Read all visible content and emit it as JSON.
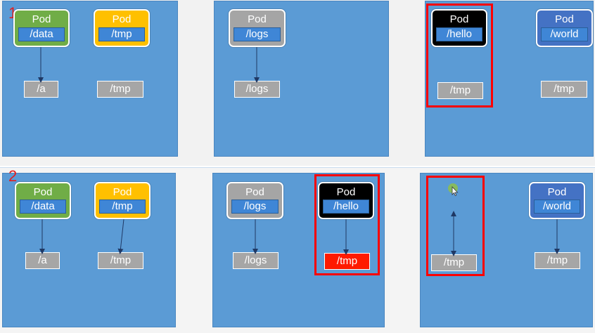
{
  "rows": [
    {
      "number": "1",
      "pods": [
        {
          "title": "Pod",
          "path": "/data",
          "color": "#70ad47"
        },
        {
          "title": "Pod",
          "path": "/tmp",
          "color": "#ffc000"
        },
        {
          "title": "Pod",
          "path": "/logs",
          "color": "#a5a5a5"
        },
        {
          "title": "Pod",
          "path": "/hello",
          "color": "#000000"
        },
        {
          "title": "Pod",
          "path": "/world",
          "color": "#4472c4"
        }
      ],
      "volumes": [
        "/a",
        "/tmp",
        "/logs",
        "/tmp",
        "/tmp"
      ]
    },
    {
      "number": "2",
      "pods": [
        {
          "title": "Pod",
          "path": "/data",
          "color": "#70ad47"
        },
        {
          "title": "Pod",
          "path": "/tmp",
          "color": "#ffc000"
        },
        {
          "title": "Pod",
          "path": "/logs",
          "color": "#a5a5a5"
        },
        {
          "title": "Pod",
          "path": "/hello",
          "color": "#000000"
        },
        {
          "title": "Pod",
          "path": "/world",
          "color": "#4472c4"
        }
      ],
      "volumes": [
        "/a",
        "/tmp",
        "/logs",
        "/tmp",
        "/tmp",
        "/tmp"
      ]
    }
  ],
  "colors": {
    "node": "#5b9bd5",
    "volume": "#a6a6a6",
    "volume_highlight": "#ff1a00",
    "highlight_border": "#ff0000",
    "path_bar": "#3f86d6"
  }
}
